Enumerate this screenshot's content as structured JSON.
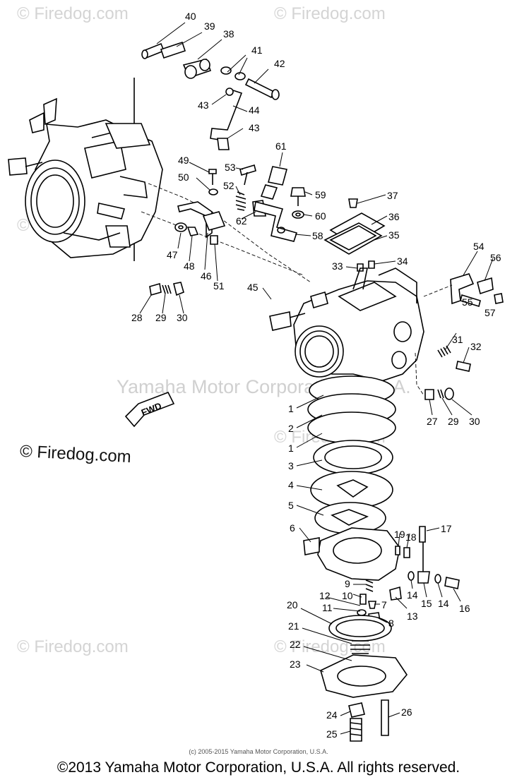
{
  "watermarks": {
    "top_left": "© Firedog.com",
    "top_right": "© Firedog.com",
    "mid_left": "© Firedog.com",
    "mid_right": "© Firedog.com",
    "bottom_left": "© Firedog.com",
    "bottom_right": "© Firedog.com",
    "center": "Yamaha Motor Corporation, U.S.A.",
    "left_dark": "© Firedog.com"
  },
  "fwd_label": "FWD",
  "fine_copyright": "(c) 2005-2015 Yamaha Motor Corporation, U.S.A.",
  "footer_copyright": "©2013 Yamaha Motor Corporation, U.S.A. All rights reserved.",
  "callouts": [
    "1",
    "1",
    "2",
    "3",
    "4",
    "5",
    "6",
    "7",
    "8",
    "9",
    "10",
    "11",
    "12",
    "13",
    "14",
    "14",
    "15",
    "16",
    "17",
    "18",
    "19",
    "20",
    "21",
    "22",
    "23",
    "24",
    "25",
    "26",
    "27",
    "28",
    "29",
    "29",
    "30",
    "30",
    "31",
    "32",
    "33",
    "34",
    "35",
    "36",
    "37",
    "38",
    "39",
    "40",
    "41",
    "42",
    "43",
    "43",
    "44",
    "45",
    "46",
    "47",
    "48",
    "49",
    "50",
    "51",
    "52",
    "53",
    "54",
    "55",
    "56",
    "57",
    "58",
    "59",
    "60",
    "61",
    "62"
  ]
}
